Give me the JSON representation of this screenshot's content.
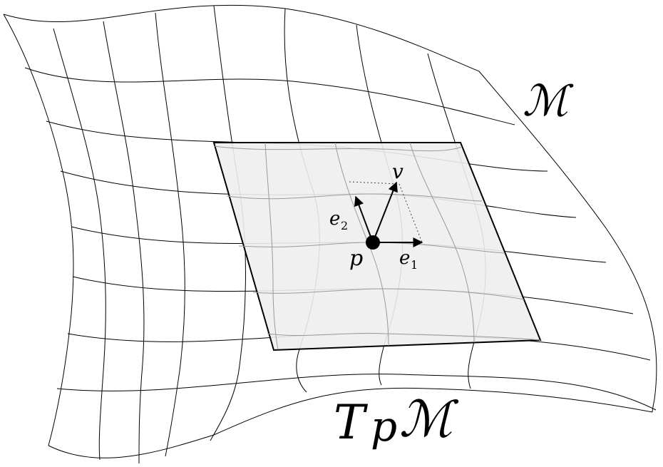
{
  "labels": {
    "manifold": "ℳ",
    "tangent_space_T": "T",
    "tangent_space_p": "p",
    "tangent_space_M": "ℳ",
    "point": "p",
    "vector": "v",
    "basis_1": "e",
    "basis_1_sub": "1",
    "basis_2": "e",
    "basis_2_sub": "2"
  },
  "colors": {
    "grid_stroke": "#000000",
    "plane_fill": "#eeeeee",
    "plane_stroke": "#000000",
    "point_fill": "#000000",
    "background": "#ffffff"
  }
}
